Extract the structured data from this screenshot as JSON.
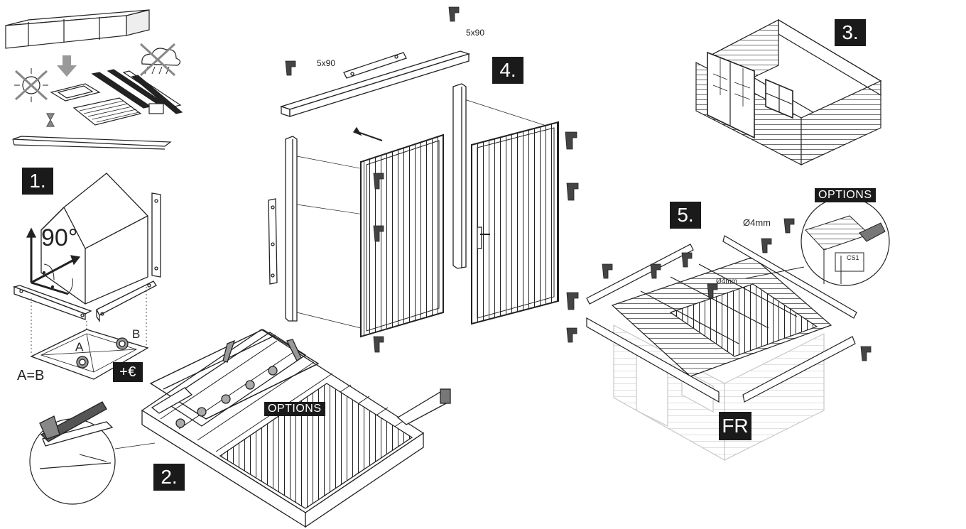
{
  "steps": {
    "s1": "1.",
    "s2": "2.",
    "s3": "3.",
    "s4": "4.",
    "s5": "5."
  },
  "step1": {
    "angle": "90°",
    "a_label": "A",
    "b_label": "B",
    "equality": "A=B",
    "extra_cost": "+€"
  },
  "step2": {
    "options": "OPTIONS"
  },
  "step4": {
    "screw_top": "5x90",
    "screw_left": "5x90"
  },
  "step5": {
    "options": "OPTIONS",
    "drill1": "Ø4mm",
    "drill2": "Ø4mm",
    "detail_code": "CS1",
    "country": "FR"
  },
  "colors": {
    "ink": "#1a1a1a",
    "ghost": "#c8c8c8",
    "bg": "#ffffff"
  }
}
